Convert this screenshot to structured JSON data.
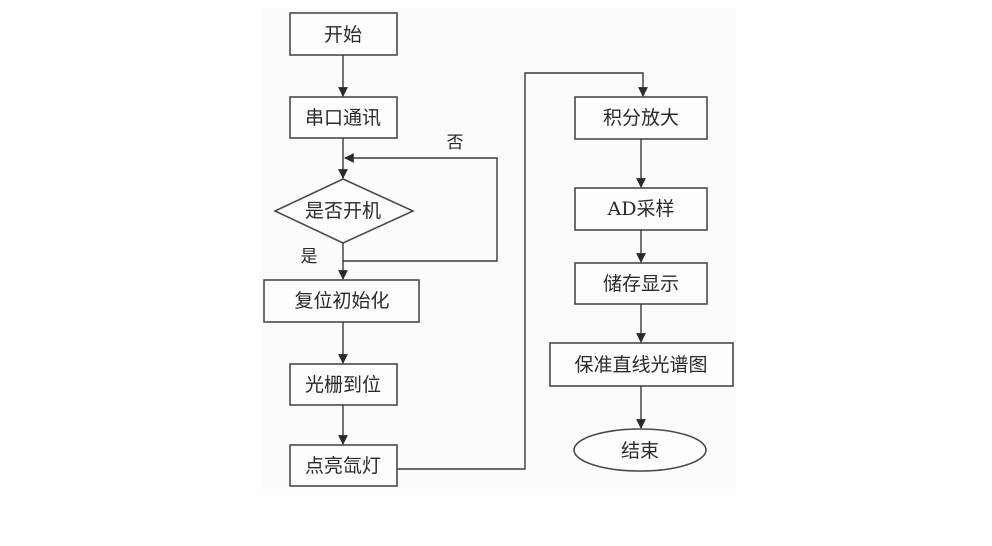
{
  "diagram": {
    "type": "flowchart",
    "nodes": {
      "start": "开始",
      "serial": "串口通讯",
      "power_check": "是否开机",
      "reset_init": "复位初始化",
      "grating": "光栅到位",
      "lamp": "点亮氙灯",
      "integrate": "积分放大",
      "ad_sample": "AD采样",
      "store_display": "储存显示",
      "spectrum": "保准直线光谱图",
      "end": "结束"
    },
    "edge_labels": {
      "no": "否",
      "yes": "是"
    },
    "colors": {
      "stroke": "#4a4a4a",
      "text": "#2a2a2a",
      "background": "#fbfbfb"
    }
  }
}
